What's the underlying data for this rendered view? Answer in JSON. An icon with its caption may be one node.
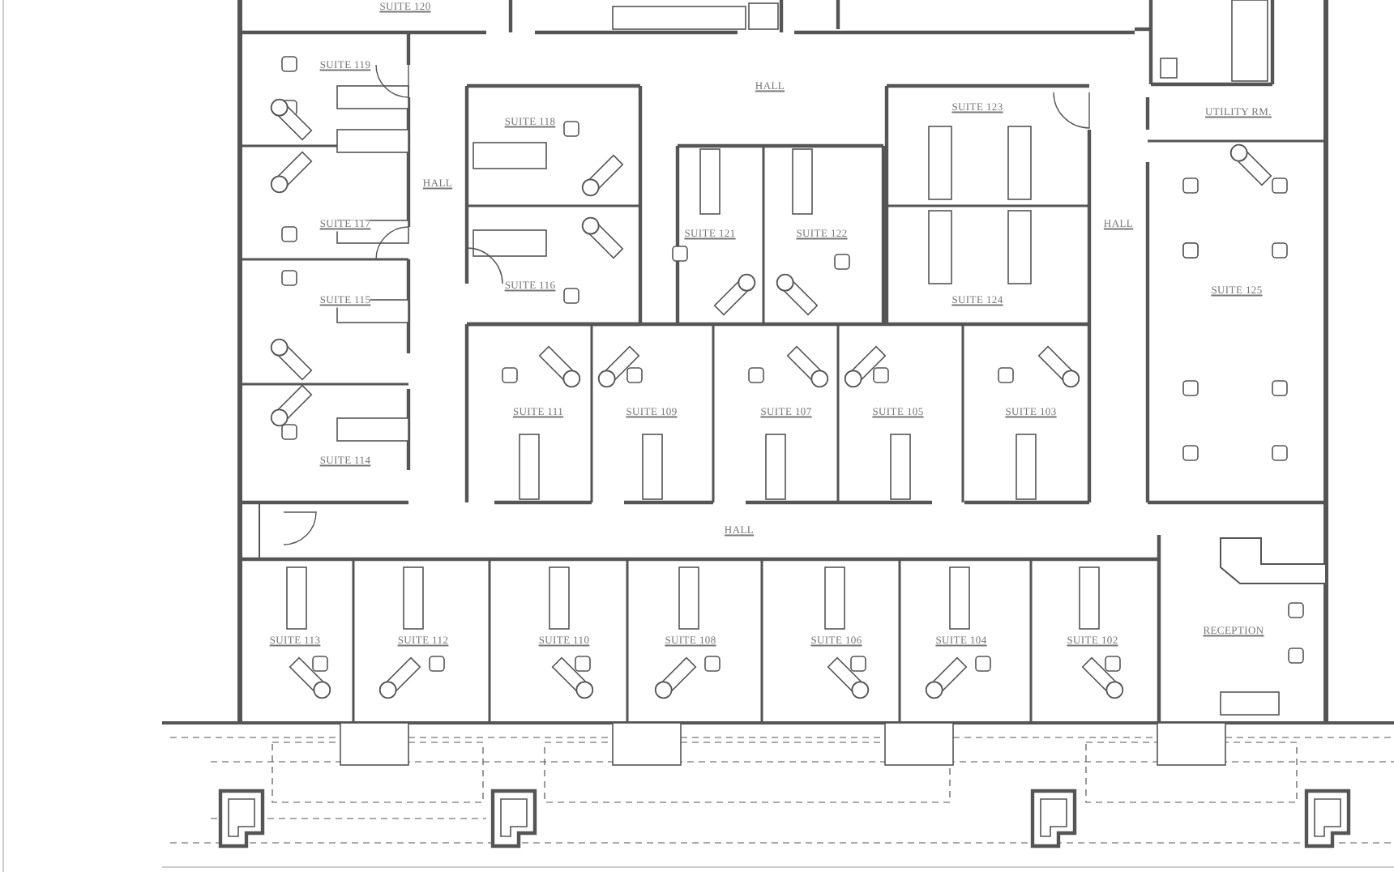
{
  "diagram": {
    "labels": [
      "SUITE 120",
      "SUITE 119",
      "HALL",
      "SUITE 123",
      "SUITE 118",
      "UTILITY RM.",
      "HALL",
      "SUITE 117",
      "SUITE 121",
      "SUITE 122",
      "HALL",
      "SUITE 116",
      "SUITE 125",
      "SUITE 115",
      "SUITE 124",
      "SUITE 111",
      "SUITE 109",
      "SUITE 107",
      "SUITE 105",
      "SUITE 103",
      "SUITE 114",
      "HALL",
      "RECEPTION",
      "SUITE 113",
      "SUITE 112",
      "SUITE 110",
      "SUITE 108",
      "SUITE 106",
      "SUITE 104",
      "SUITE 102"
    ]
  }
}
